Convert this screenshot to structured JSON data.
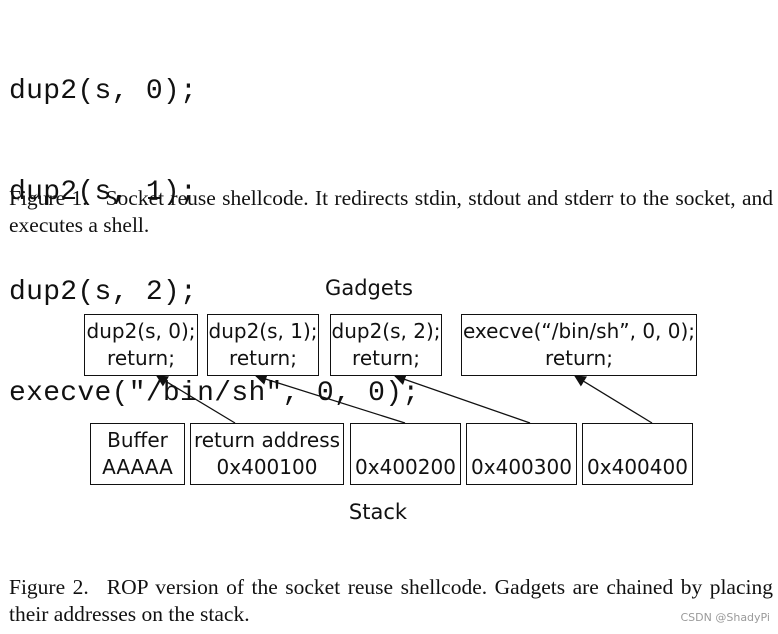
{
  "code_lines": [
    "dup2(s, 0);",
    "dup2(s, 1);",
    "dup2(s, 2);",
    "execve(\"/bin/sh\", 0, 0);"
  ],
  "figure1": {
    "label": "Figure 1.",
    "text": "Socket reuse shellcode. It redirects stdin, stdout and stderr to the socket, and executes a shell."
  },
  "diagram": {
    "gadgets_title": "Gadgets",
    "stack_title": "Stack",
    "gadgets": [
      {
        "line1": "dup2(s, 0);",
        "line2": "return;"
      },
      {
        "line1": "dup2(s, 1);",
        "line2": "return;"
      },
      {
        "line1": "dup2(s, 2);",
        "line2": "return;"
      },
      {
        "line1": "execve(“/bin/sh”, 0, 0);",
        "line2": "return;"
      }
    ],
    "stack": [
      {
        "line1": "Buffer",
        "line2": "AAAAA"
      },
      {
        "line1": "return address",
        "line2": "0x400100"
      },
      {
        "line1": "",
        "line2": "0x400200"
      },
      {
        "line1": "",
        "line2": "0x400300"
      },
      {
        "line1": "",
        "line2": "0x400400"
      }
    ]
  },
  "figure2": {
    "label": "Figure 2.",
    "text": "ROP version of the socket reuse shellcode. Gadgets are chained by placing their addresses on the stack."
  },
  "watermark": "CSDN @ShadyPi"
}
